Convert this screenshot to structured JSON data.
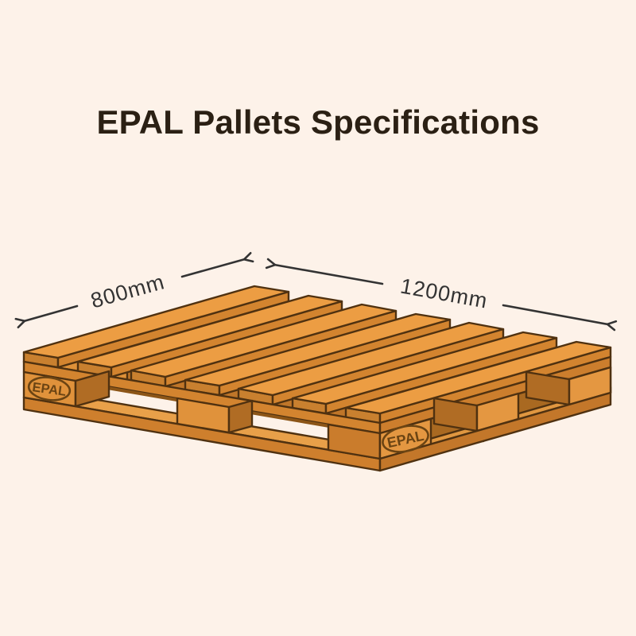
{
  "page": {
    "title": "EPAL Pallets Specifications",
    "background": "#FDF2E9"
  },
  "diagram": {
    "type": "pallet-specification-illustration",
    "width_label": "800mm",
    "length_label": "1200mm",
    "stamp_left": "EPAL",
    "stamp_front": "EPAL",
    "colors": {
      "wood_top": "#EC9D43",
      "wood_side": "#D3842F",
      "wood_front_face": "#E49741",
      "wood_block": "#E0923B",
      "wood_dark": "#B06C24",
      "wood_interior": "#A96921",
      "outline": "#4F3110",
      "dimension_text": "#333333",
      "title_text": "#2B2014",
      "stamp": "#6B4413"
    }
  }
}
